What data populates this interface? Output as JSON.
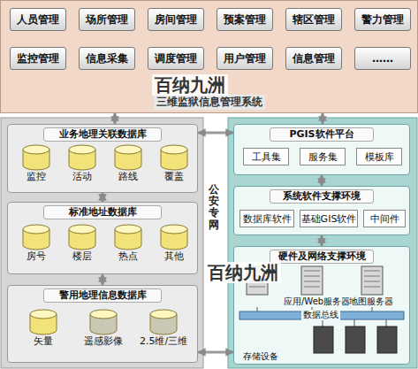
{
  "diagram": {
    "nodes": [
      {
        "text": [
          "三维监狱信息管理系统"
        ]
      },
      {
        "text": [
          "人员管理"
        ],
        "in": 0
      },
      {
        "text": [
          "场所管理"
        ],
        "in": 0
      },
      {
        "text": [
          "房间管理"
        ],
        "in": 0
      },
      {
        "text": [
          "预案管理"
        ],
        "in": 0
      },
      {
        "text": [
          "辖区管理"
        ],
        "in": 0
      },
      {
        "text": [
          "警力管理"
        ],
        "in": 0
      },
      {
        "text": [
          "监控管理"
        ],
        "in": 0
      },
      {
        "text": [
          "信息采集"
        ],
        "in": 0
      },
      {
        "text": [
          "调度管理"
        ],
        "in": 0
      },
      {
        "text": [
          "用户管理"
        ],
        "in": 0
      },
      {
        "text": [
          "信息管理"
        ],
        "in": 0
      },
      {
        "text": [
          "……"
        ],
        "in": 0
      },
      {
        "text": [
          "业务地理关联数据库"
        ]
      },
      {
        "text": [
          "监控"
        ],
        "in": 13
      },
      {
        "text": [
          "活动"
        ],
        "in": 13
      },
      {
        "text": [
          "路线"
        ],
        "in": 13
      },
      {
        "text": [
          "覆盖"
        ],
        "in": 13
      },
      {
        "text": [
          "标准地址数据库"
        ]
      },
      {
        "text": [
          "房号"
        ],
        "in": 18
      },
      {
        "text": [
          "楼层"
        ],
        "in": 18
      },
      {
        "text": [
          "热点"
        ],
        "in": 18
      },
      {
        "text": [
          "其他"
        ],
        "in": 18
      },
      {
        "text": [
          "警用地理信息数据库"
        ]
      },
      {
        "text": [
          "矢量"
        ],
        "in": 23
      },
      {
        "text": [
          "遥感影像"
        ],
        "in": 23
      },
      {
        "text": [
          "2.5维/三维"
        ],
        "in": 23
      },
      {
        "text": [
          "PGIS软件平台"
        ]
      },
      {
        "text": [
          "工具集"
        ],
        "in": 27
      },
      {
        "text": [
          "服务集"
        ],
        "in": 27
      },
      {
        "text": [
          "模板库"
        ],
        "in": 27
      },
      {
        "text": [
          "系统软件支撑环境"
        ]
      },
      {
        "text": [
          "数据库软件"
        ],
        "in": 31
      },
      {
        "text": [
          "基础GIS软件"
        ],
        "in": 31
      },
      {
        "text": [
          "中间件"
        ],
        "in": 31
      },
      {
        "text": [
          "硬件及网络支撑环境"
        ]
      }
    ],
    "edges": [
      {
        "from": 0,
        "to": 13,
        "arrow": "both"
      },
      {
        "from": 0,
        "to": 27,
        "arrow": "both"
      },
      {
        "from": 13,
        "to": 27,
        "arrow": "both"
      },
      {
        "from": 23,
        "to": 35,
        "arrow": "both"
      },
      {
        "from": 13,
        "to": 18,
        "arrow": "both"
      },
      {
        "from": 18,
        "to": 23,
        "arrow": "both"
      },
      {
        "from": 27,
        "to": 31,
        "arrow": "both"
      },
      {
        "from": 31,
        "to": 35,
        "arrow": "both"
      }
    ],
    "labels": [
      "公安专网",
      "百纳九洲",
      "百纳九洲",
      "应用/Web服务器",
      "地图服务器",
      "数据总线",
      "存储设备"
    ]
  }
}
